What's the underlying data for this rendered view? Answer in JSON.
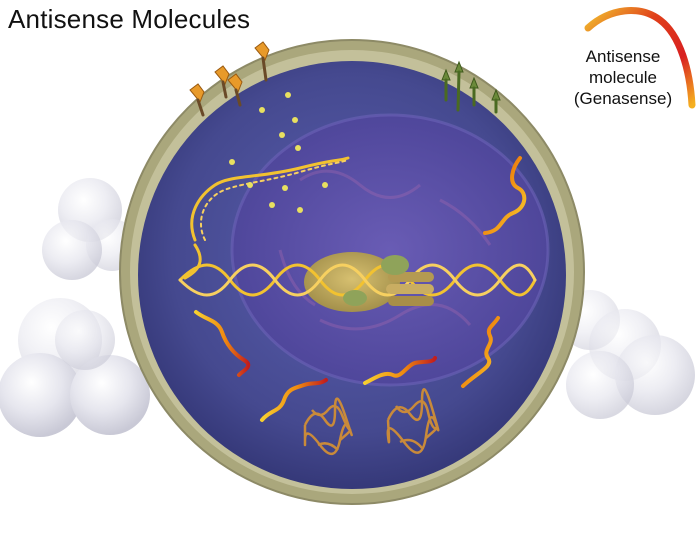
{
  "title": "Antisense Molecules",
  "legend": {
    "lines": [
      "Antisense",
      "molecule",
      "(Genasense)"
    ]
  },
  "colors": {
    "cell_wall": "#b8b58a",
    "cytoplasm": "#4a4f9a",
    "nucleus": "#5a4ea3",
    "dna": "#f2c230",
    "antisense_gradient": [
      "#c21d1d",
      "#f08a10",
      "#f7d030"
    ],
    "ribosome": "#b49a52",
    "receptor_orange": "#e89a2a",
    "receptor_green": "#5c7a2a",
    "background_spheres": "#e2e2ea"
  },
  "icons": {
    "legend": "antisense-molecule-icon",
    "proteins": "folded-protein-icon",
    "receptors": "membrane-receptor-icon"
  }
}
